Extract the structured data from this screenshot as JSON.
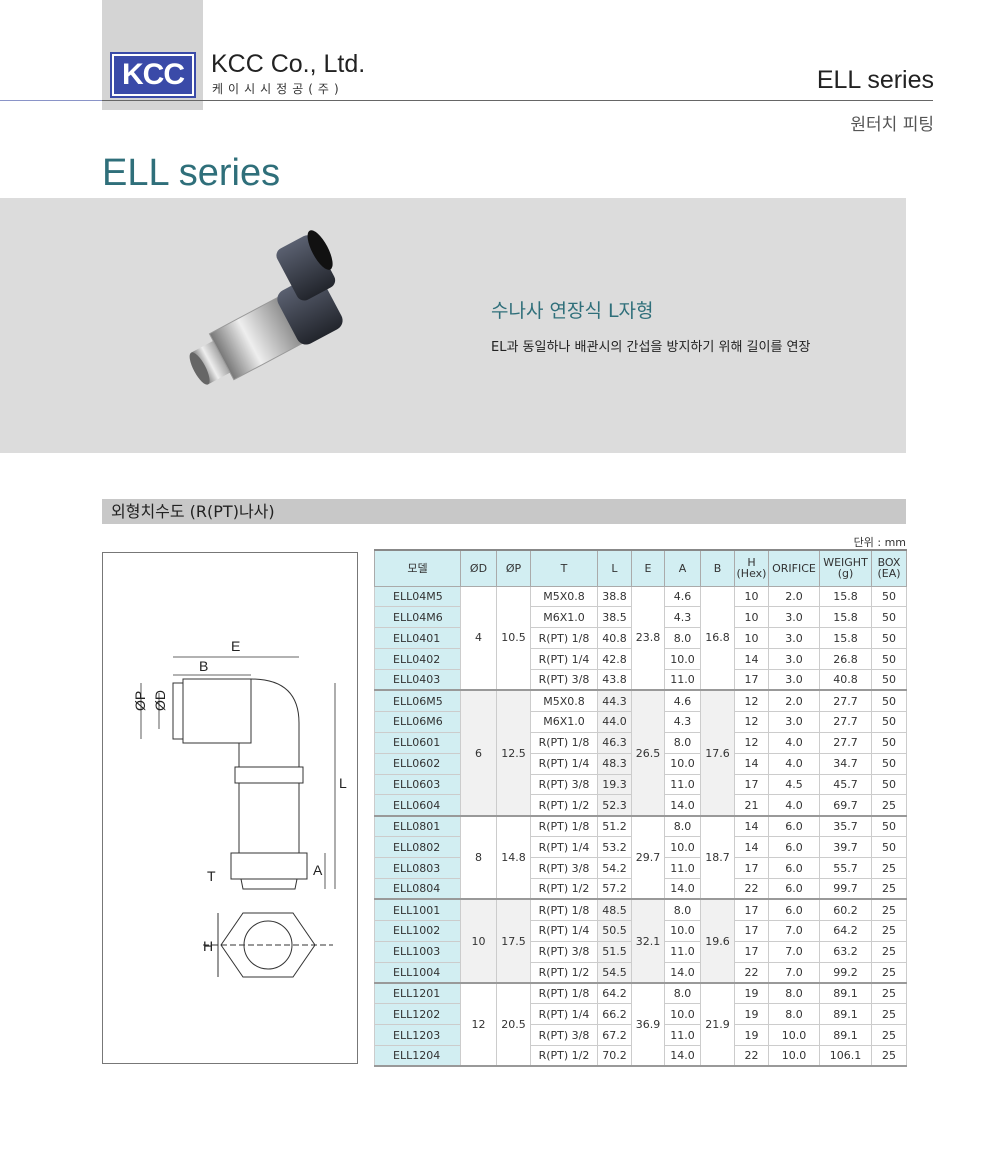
{
  "header": {
    "logo_text": "KCC",
    "company": "KCC Co., Ltd.",
    "company_kr": "케이시시정공(주)",
    "series": "ELL series",
    "series_kr": "원터치 피팅"
  },
  "title": "ELL series",
  "product": {
    "subtitle": "수나사 연장식 L자형",
    "description": "EL과 동일하나 배관시의 간섭을 방지하기 위해 길이를 연장"
  },
  "section_title": "외형치수도 (R(PT)나사)",
  "unit": "단위 : mm",
  "drawing_labels": {
    "e": "E",
    "b": "B",
    "p": "ØP",
    "d": "ØD",
    "l": "L",
    "t": "T",
    "a": "A",
    "h": "H"
  },
  "table": {
    "headers": [
      "모델",
      "ØD",
      "ØP",
      "T",
      "L",
      "E",
      "A",
      "B",
      "H\n(Hex)",
      "ORIFICE",
      "WEIGHT\n(g)",
      "BOX\n(EA)"
    ],
    "groups": [
      {
        "d": "4",
        "p": "10.5",
        "e": "23.8",
        "b": "16.8",
        "rows": [
          [
            "ELL04M5",
            "M5X0.8",
            "38.8",
            "4.6",
            "10",
            "2.0",
            "15.8",
            "50"
          ],
          [
            "ELL04M6",
            "M6X1.0",
            "38.5",
            "4.3",
            "10",
            "3.0",
            "15.8",
            "50"
          ],
          [
            "ELL0401",
            "R(PT) 1/8",
            "40.8",
            "8.0",
            "10",
            "3.0",
            "15.8",
            "50"
          ],
          [
            "ELL0402",
            "R(PT) 1/4",
            "42.8",
            "10.0",
            "14",
            "3.0",
            "26.8",
            "50"
          ],
          [
            "ELL0403",
            "R(PT) 3/8",
            "43.8",
            "11.0",
            "17",
            "3.0",
            "40.8",
            "50"
          ]
        ]
      },
      {
        "d": "6",
        "p": "12.5",
        "e": "26.5",
        "b": "17.6",
        "rows": [
          [
            "ELL06M5",
            "M5X0.8",
            "44.3",
            "4.6",
            "12",
            "2.0",
            "27.7",
            "50"
          ],
          [
            "ELL06M6",
            "M6X1.0",
            "44.0",
            "4.3",
            "12",
            "3.0",
            "27.7",
            "50"
          ],
          [
            "ELL0601",
            "R(PT) 1/8",
            "46.3",
            "8.0",
            "12",
            "4.0",
            "27.7",
            "50"
          ],
          [
            "ELL0602",
            "R(PT) 1/4",
            "48.3",
            "10.0",
            "14",
            "4.0",
            "34.7",
            "50"
          ],
          [
            "ELL0603",
            "R(PT) 3/8",
            "19.3",
            "11.0",
            "17",
            "4.5",
            "45.7",
            "50"
          ],
          [
            "ELL0604",
            "R(PT) 1/2",
            "52.3",
            "14.0",
            "21",
            "4.0",
            "69.7",
            "25"
          ]
        ]
      },
      {
        "d": "8",
        "p": "14.8",
        "e": "29.7",
        "b": "18.7",
        "rows": [
          [
            "ELL0801",
            "R(PT) 1/8",
            "51.2",
            "8.0",
            "14",
            "6.0",
            "35.7",
            "50"
          ],
          [
            "ELL0802",
            "R(PT) 1/4",
            "53.2",
            "10.0",
            "14",
            "6.0",
            "39.7",
            "50"
          ],
          [
            "ELL0803",
            "R(PT) 3/8",
            "54.2",
            "11.0",
            "17",
            "6.0",
            "55.7",
            "25"
          ],
          [
            "ELL0804",
            "R(PT) 1/2",
            "57.2",
            "14.0",
            "22",
            "6.0",
            "99.7",
            "25"
          ]
        ]
      },
      {
        "d": "10",
        "p": "17.5",
        "e": "32.1",
        "b": "19.6",
        "rows": [
          [
            "ELL1001",
            "R(PT) 1/8",
            "48.5",
            "8.0",
            "17",
            "6.0",
            "60.2",
            "25"
          ],
          [
            "ELL1002",
            "R(PT) 1/4",
            "50.5",
            "10.0",
            "17",
            "7.0",
            "64.2",
            "25"
          ],
          [
            "ELL1003",
            "R(PT) 3/8",
            "51.5",
            "11.0",
            "17",
            "7.0",
            "63.2",
            "25"
          ],
          [
            "ELL1004",
            "R(PT) 1/2",
            "54.5",
            "14.0",
            "22",
            "7.0",
            "99.2",
            "25"
          ]
        ]
      },
      {
        "d": "12",
        "p": "20.5",
        "e": "36.9",
        "b": "21.9",
        "rows": [
          [
            "ELL1201",
            "R(PT) 1/8",
            "64.2",
            "8.0",
            "19",
            "8.0",
            "89.1",
            "25"
          ],
          [
            "ELL1202",
            "R(PT) 1/4",
            "66.2",
            "10.0",
            "19",
            "8.0",
            "89.1",
            "25"
          ],
          [
            "ELL1203",
            "R(PT) 3/8",
            "67.2",
            "11.0",
            "19",
            "10.0",
            "89.1",
            "25"
          ],
          [
            "ELL1204",
            "R(PT) 1/2",
            "70.2",
            "14.0",
            "22",
            "10.0",
            "106.1",
            "25"
          ]
        ]
      }
    ]
  }
}
